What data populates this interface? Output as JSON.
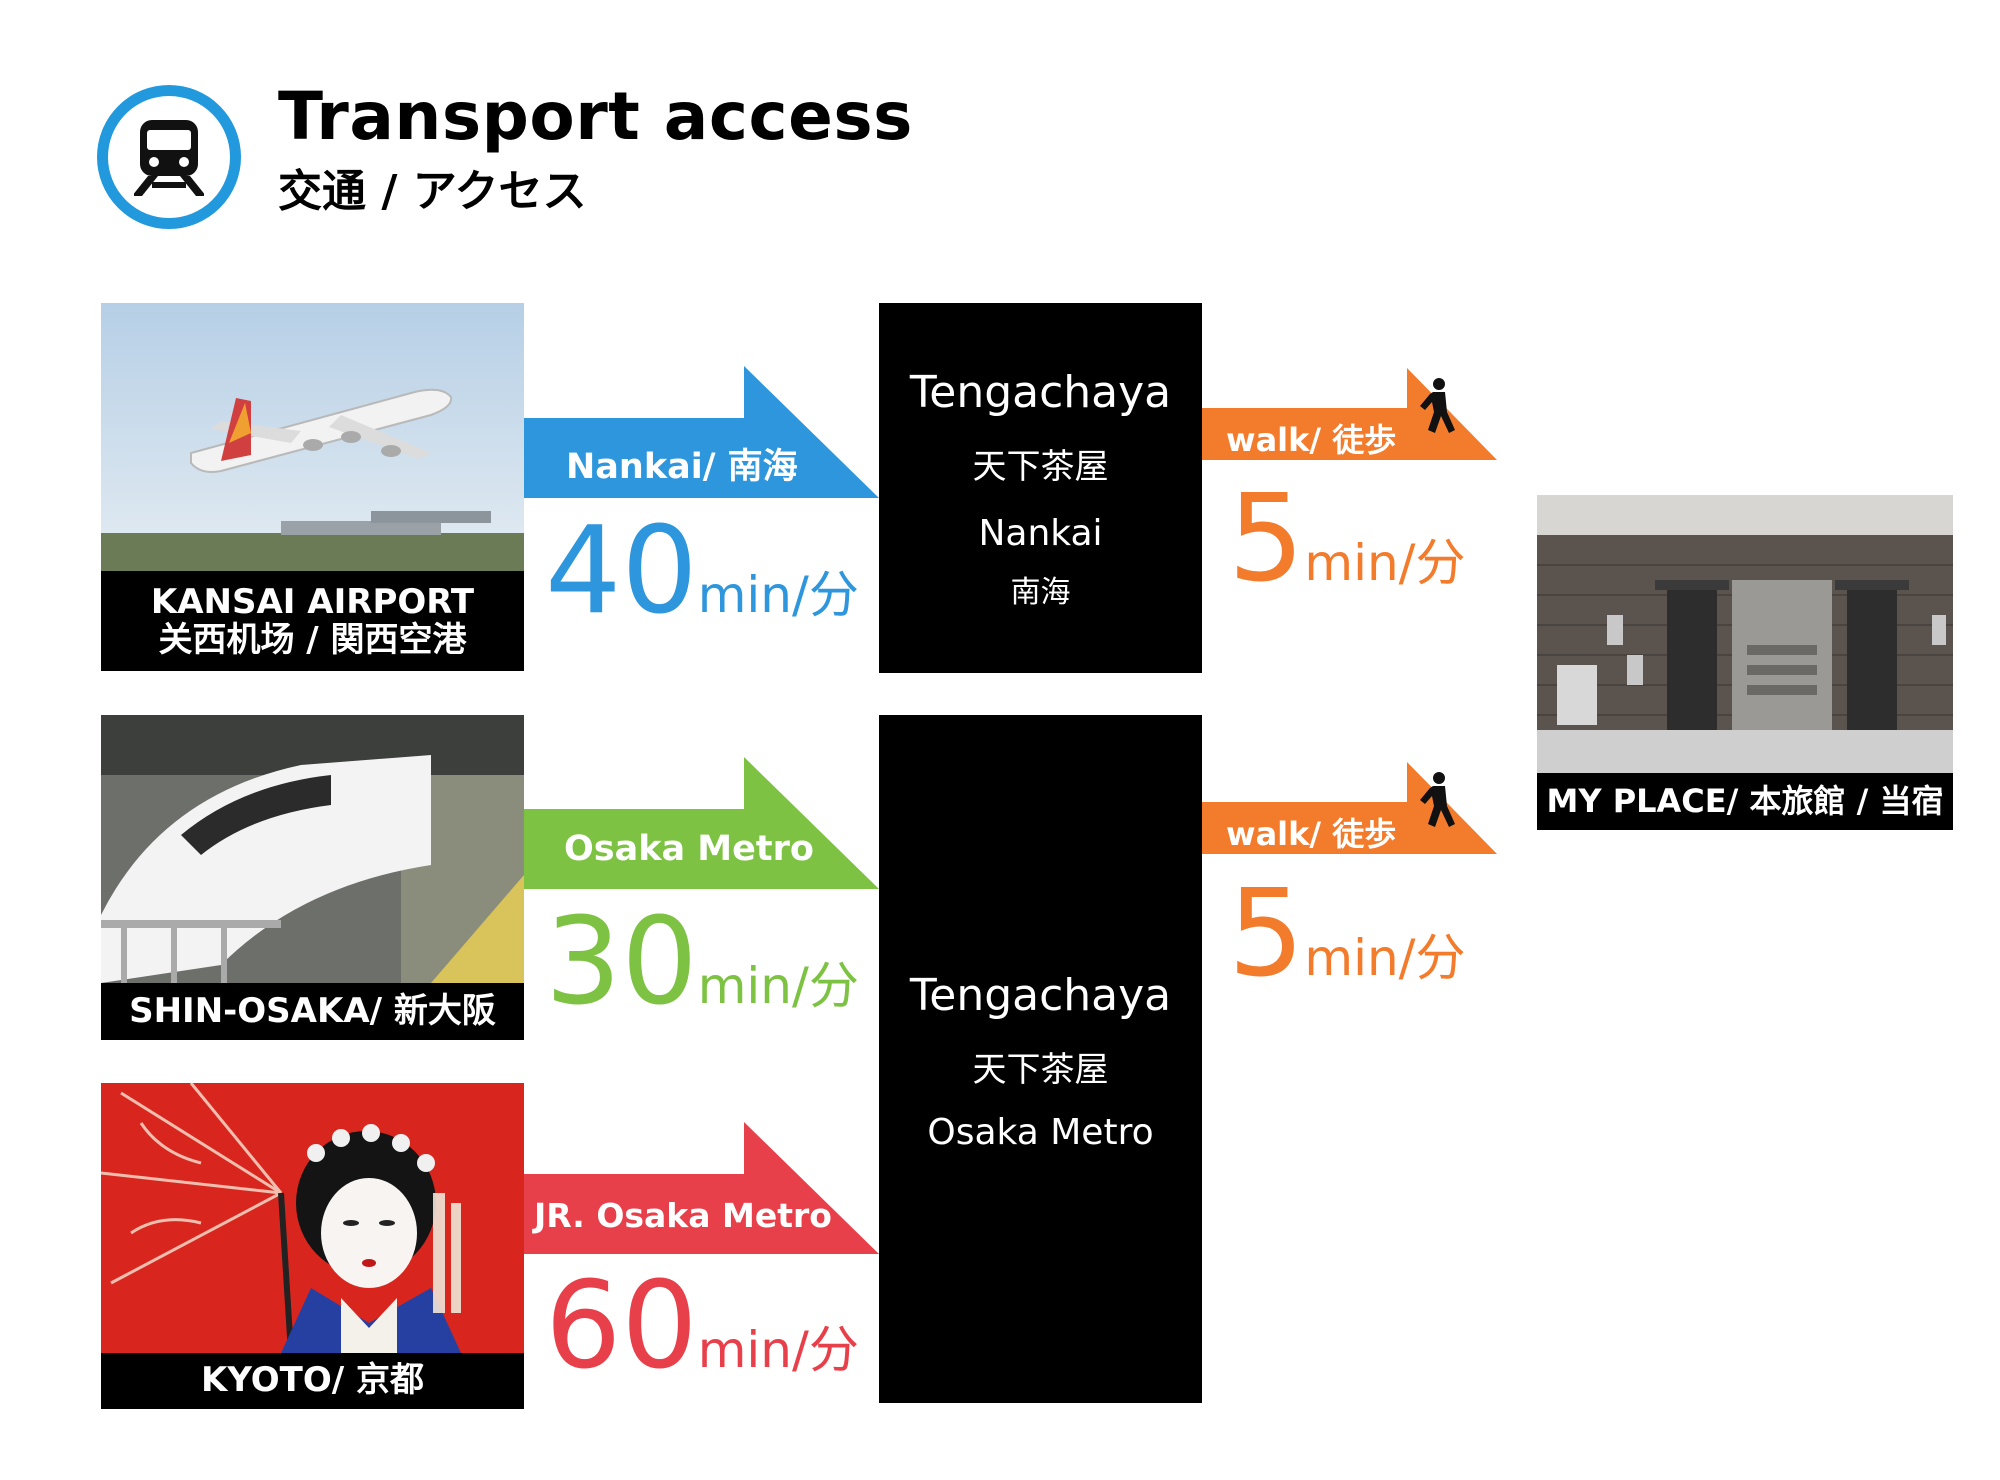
{
  "header": {
    "title": "Transport access",
    "subtitle": "交通 / アクセス"
  },
  "origins": [
    {
      "label_en": "KANSAI AIRPORT",
      "label_ja": "关西机场 / 関西空港"
    },
    {
      "label_en": "SHIN-OSAKA/ 新大阪"
    },
    {
      "label_en": "KYOTO/ 京都"
    }
  ],
  "routes": [
    {
      "line": "Nankai/ 南海",
      "minutes": "40",
      "unit": "min/分",
      "color": "#2e96dc"
    },
    {
      "line": "Osaka Metro",
      "minutes": "30",
      "unit": "min/分",
      "color": "#7dc242"
    },
    {
      "line": "JR. Osaka Metro",
      "minutes": "60",
      "unit": "min/分",
      "color": "#e8404a"
    }
  ],
  "stations": [
    {
      "name_en": "Tengachaya",
      "name_ja": "天下茶屋",
      "line_en": "Nankai",
      "line_ja": "南海"
    },
    {
      "name_en": "Tengachaya",
      "name_ja": "天下茶屋",
      "line_en": "Osaka Metro"
    }
  ],
  "walks": [
    {
      "label": "walk/ 徒歩",
      "minutes": "5",
      "unit": "min/分",
      "color": "#f37b2c"
    },
    {
      "label": "walk/ 徒歩",
      "minutes": "5",
      "unit": "min/分",
      "color": "#f37b2c"
    }
  ],
  "destination": {
    "label": "MY PLACE/ 本旅館 / 当宿"
  }
}
